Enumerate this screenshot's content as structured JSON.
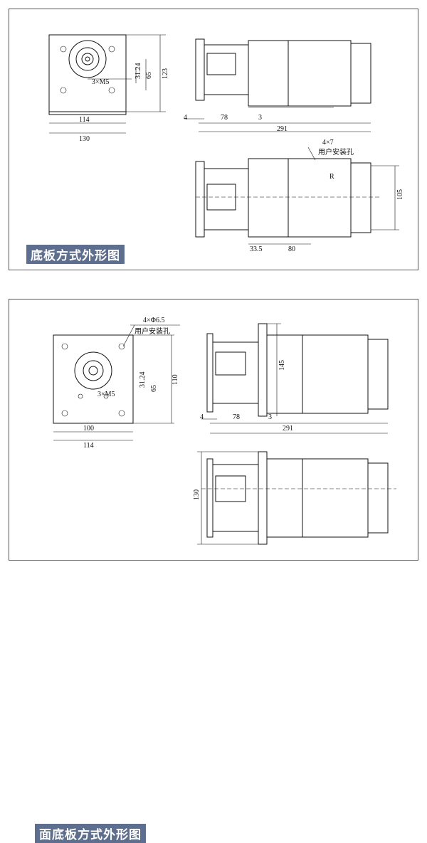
{
  "top_panel": {
    "caption": "底板方式外形图",
    "front_view": {
      "w_inner": "114",
      "w_outer": "130",
      "h_small": "31.24",
      "h_mid": "65",
      "h_outer": "123",
      "screw_note": "3×M5"
    },
    "side_view": {
      "d_left": "4",
      "d_mid": "78",
      "d_right": "3",
      "d_total": "291"
    },
    "top_view": {
      "hole_note": "4×7",
      "hole_desc": "用户安装孔",
      "radius": "R",
      "d_left": "33.5",
      "d_mid": "80",
      "height": "105"
    }
  },
  "bottom_panel": {
    "caption": "面底板方式外形图",
    "front_view": {
      "hole_note": "4×Φ6.5",
      "hole_desc": "用户安装孔",
      "w_inner": "100",
      "w_outer": "114",
      "h_small": "31.24",
      "h_mid": "65",
      "h_outer": "110",
      "screw_note": "3×M5"
    },
    "side_view": {
      "height": "145",
      "d_left": "4",
      "d_mid": "78",
      "d_right": "3",
      "d_total": "291"
    },
    "top_view": {
      "height": "130"
    }
  }
}
